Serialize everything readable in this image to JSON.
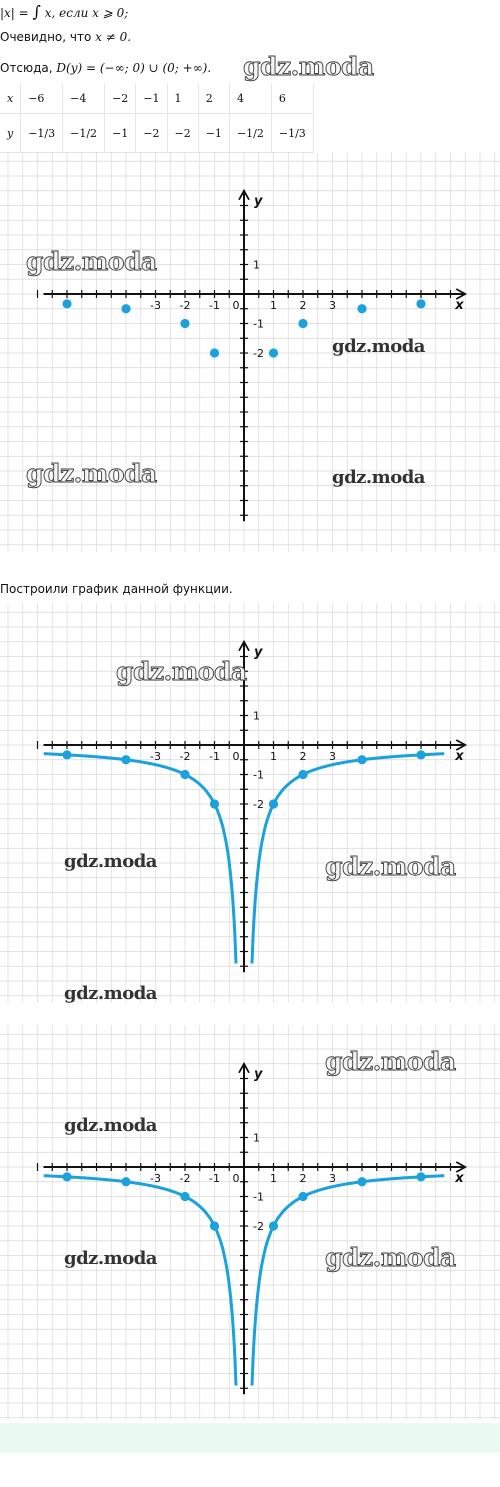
{
  "header": {
    "abs_def_prefix": "|x| = ",
    "abs_def_case": "x,  если x ⩾ 0;",
    "obviously_text": "Очевидно, что ",
    "obviously_math": "x ≠ 0.",
    "hence_text": "Отсюда, ",
    "hence_math": "D(y) = (−∞; 0) ∪ (0; +∞)."
  },
  "table": {
    "row_x_label": "x",
    "row_y_label": "y",
    "x_values": [
      "−6",
      "−4",
      "−2",
      "−1",
      "1",
      "2",
      "4",
      "6"
    ],
    "y_values": [
      "−1/3",
      "−1/2",
      "−1",
      "−2",
      "−2",
      "−1",
      "−1/2",
      "−1/3"
    ]
  },
  "watermark_text": "gdz.moda",
  "caption": "Построили график данной функции.",
  "axes": {
    "x_name": "x",
    "y_name": "y",
    "x_tick_labels": [
      "-3",
      "-2",
      "-1",
      "0",
      "1",
      "2",
      "3"
    ],
    "y_tick_labels": [
      "1",
      "-1",
      "-2"
    ]
  },
  "colors": {
    "curve": "#1ba1dc",
    "points": "#1ba1dc",
    "grid": "#d8d8d8",
    "footer": "#eafaf1"
  },
  "chart_data": [
    {
      "type": "scatter",
      "points": [
        [
          -6,
          -0.333
        ],
        [
          -4,
          -0.5
        ],
        [
          -2,
          -1
        ],
        [
          -1,
          -2
        ],
        [
          1,
          -2
        ],
        [
          2,
          -1
        ],
        [
          4,
          -0.5
        ],
        [
          6,
          -0.333
        ]
      ],
      "xlim": [
        -7,
        7.5
      ],
      "ylim": [
        -7.5,
        3.5
      ],
      "grid": true
    },
    {
      "type": "line",
      "function": "y = -2/|x|",
      "points": [
        [
          -6,
          -0.333
        ],
        [
          -4,
          -0.5
        ],
        [
          -2,
          -1
        ],
        [
          -1,
          -2
        ],
        [
          1,
          -2
        ],
        [
          2,
          -1
        ],
        [
          4,
          -0.5
        ],
        [
          6,
          -0.333
        ]
      ],
      "xlim": [
        -7,
        7.5
      ],
      "ylim": [
        -7.5,
        3.5
      ],
      "grid": true
    },
    {
      "type": "line",
      "function": "y = -2/|x|",
      "points": [
        [
          -6,
          -0.333
        ],
        [
          -4,
          -0.5
        ],
        [
          -2,
          -1
        ],
        [
          -1,
          -2
        ],
        [
          1,
          -2
        ],
        [
          2,
          -1
        ],
        [
          4,
          -0.5
        ],
        [
          6,
          -0.333
        ]
      ],
      "xlim": [
        -7,
        7.5
      ],
      "ylim": [
        -7.5,
        3.5
      ],
      "grid": true
    }
  ]
}
